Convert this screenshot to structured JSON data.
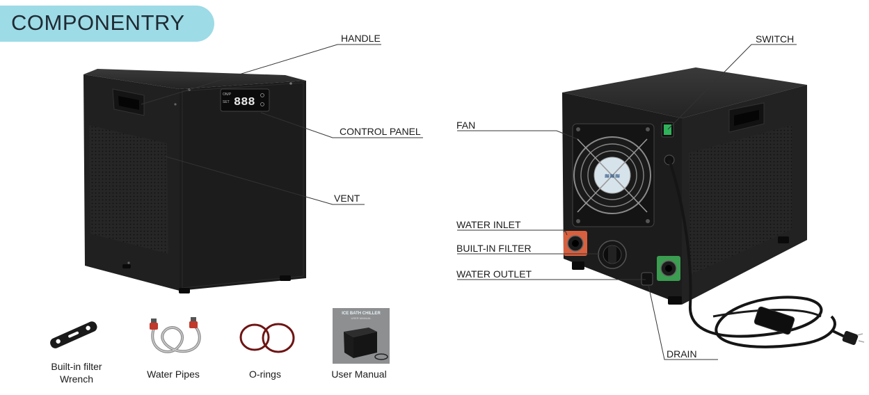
{
  "header": {
    "title": "COMPONENTRY"
  },
  "callouts": {
    "handle": "HANDLE",
    "control_panel": "CONTROL PANEL",
    "vent": "VENT",
    "switch": "SWITCH",
    "fan": "FAN",
    "water_inlet": "WATER INLET",
    "built_in_filter": "BUILT-IN FILTER",
    "water_outlet": "WATER OUTLET",
    "drain": "DRAIN"
  },
  "control_panel_display": {
    "digits": "888",
    "left_labels": [
      "ON/P",
      "SET"
    ]
  },
  "accessories": {
    "wrench": {
      "line1": "Built-in filter",
      "line2": "Wrench"
    },
    "pipes": {
      "label": "Water Pipes"
    },
    "orings": {
      "label": "O-rings"
    },
    "manual": {
      "label": "User Manual",
      "cover_title": "ICE BATH CHILLER",
      "cover_subtitle": "USER MANUAL"
    }
  },
  "colors": {
    "header_bg": "#9ddbe6",
    "unit_body": "#1e1e1e",
    "inlet": "#d9603f",
    "outlet": "#3a9d4f",
    "switch": "#2fb25a"
  }
}
